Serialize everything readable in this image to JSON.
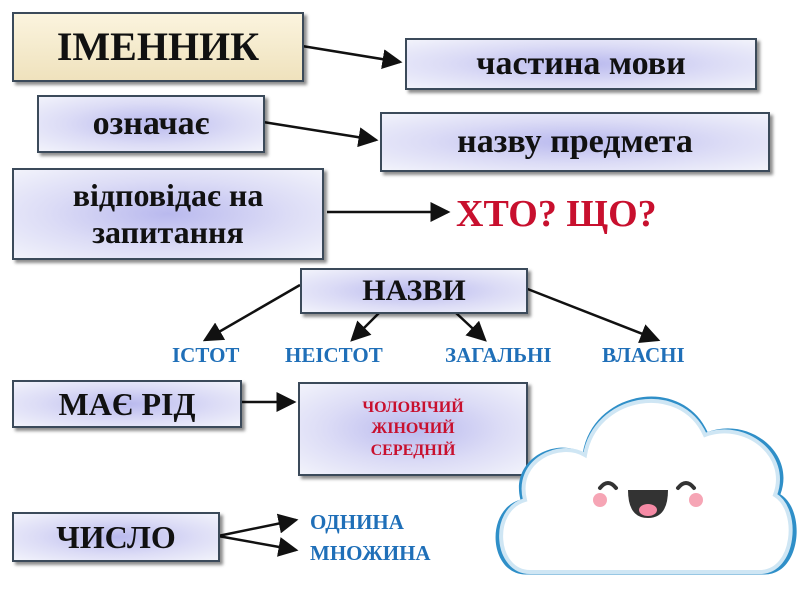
{
  "title": "ІМЕННИК",
  "rows": {
    "part_of_speech": "частина мови",
    "means_label": "означає",
    "means_value": "назву предмета",
    "answers_label": "відповідає на запитання",
    "answers_value": "ХТО? ЩО?"
  },
  "names": {
    "label": "НАЗВИ",
    "items": [
      "ІСТОТ",
      "НЕІСТОТ",
      "ЗАГАЛЬНІ",
      "ВЛАСНІ"
    ]
  },
  "gender": {
    "label": "МАЄ РІД",
    "items": [
      "ЧОЛОВІЧИЙ",
      "ЖІНОЧИЙ",
      "СЕРЕДНІЙ"
    ]
  },
  "number": {
    "label": "ЧИСЛО",
    "items": [
      "ОДНИНА",
      "МНОЖИНА"
    ]
  },
  "colors": {
    "red": "#c8102e",
    "blue": "#1f6fb8",
    "cloud_outline": "#2f8fc8"
  }
}
